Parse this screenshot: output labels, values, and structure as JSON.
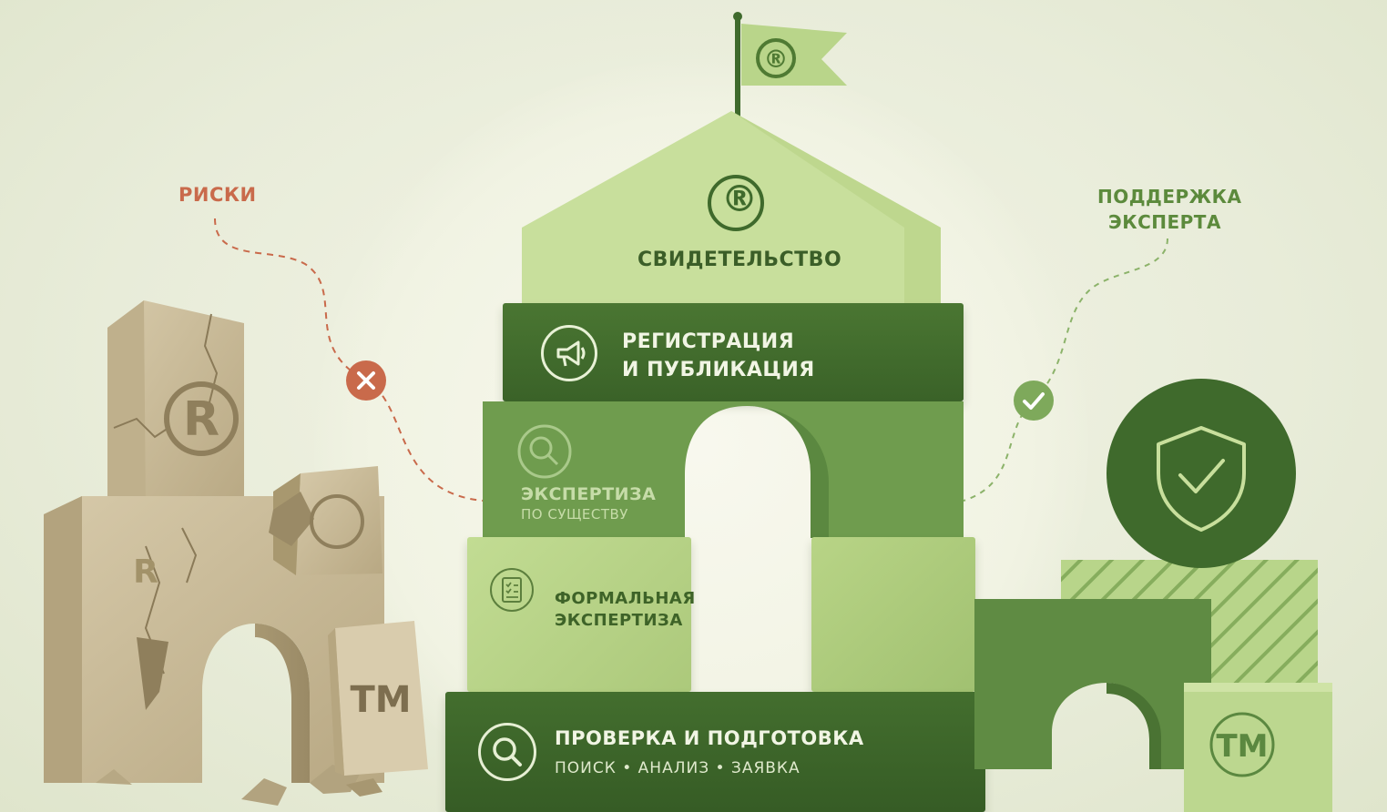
{
  "colors": {
    "dark_green": "#3f6a2c",
    "mid_green": "#6d9a4c",
    "light_green": "#b9d58a",
    "pale_green": "#cfe3a6",
    "stone": "#cbbd9c",
    "risk_red": "#c96a4b",
    "support_green": "#5c8a3c"
  },
  "labels": {
    "risks": "РИСКИ",
    "support_line1": "ПОДДЕРЖКА",
    "support_line2": "ЭКСПЕРТА"
  },
  "tower": {
    "flag_symbol": "®",
    "roof": {
      "symbol": "®",
      "title": "СВИДЕТЕЛЬСТВО"
    },
    "registration": {
      "line1": "РЕГИСТРАЦИЯ",
      "line2": "И ПУБЛИКАЦИЯ",
      "icon": "megaphone-icon"
    },
    "substantive": {
      "line1": "ЭКСПЕРТИЗА",
      "line2": "ПО СУЩЕСТВУ",
      "icon": "magnifier-icon"
    },
    "formal": {
      "line1": "ФОРМАЛЬНАЯ",
      "line2": "ЭКСПЕРТИЗА",
      "icon": "checklist-icon"
    },
    "base": {
      "title": "ПРОВЕРКА И ПОДГОТОВКА",
      "subtitle": "ПОИСК • АНАЛИЗ • ЗАЯВКА",
      "icon": "search-icon"
    }
  },
  "ruin": {
    "r_symbol": "R",
    "tm_label": "TM",
    "small_r": "R"
  },
  "right_group": {
    "tm_label": "TM",
    "shield_icon": "shield-check-icon"
  }
}
